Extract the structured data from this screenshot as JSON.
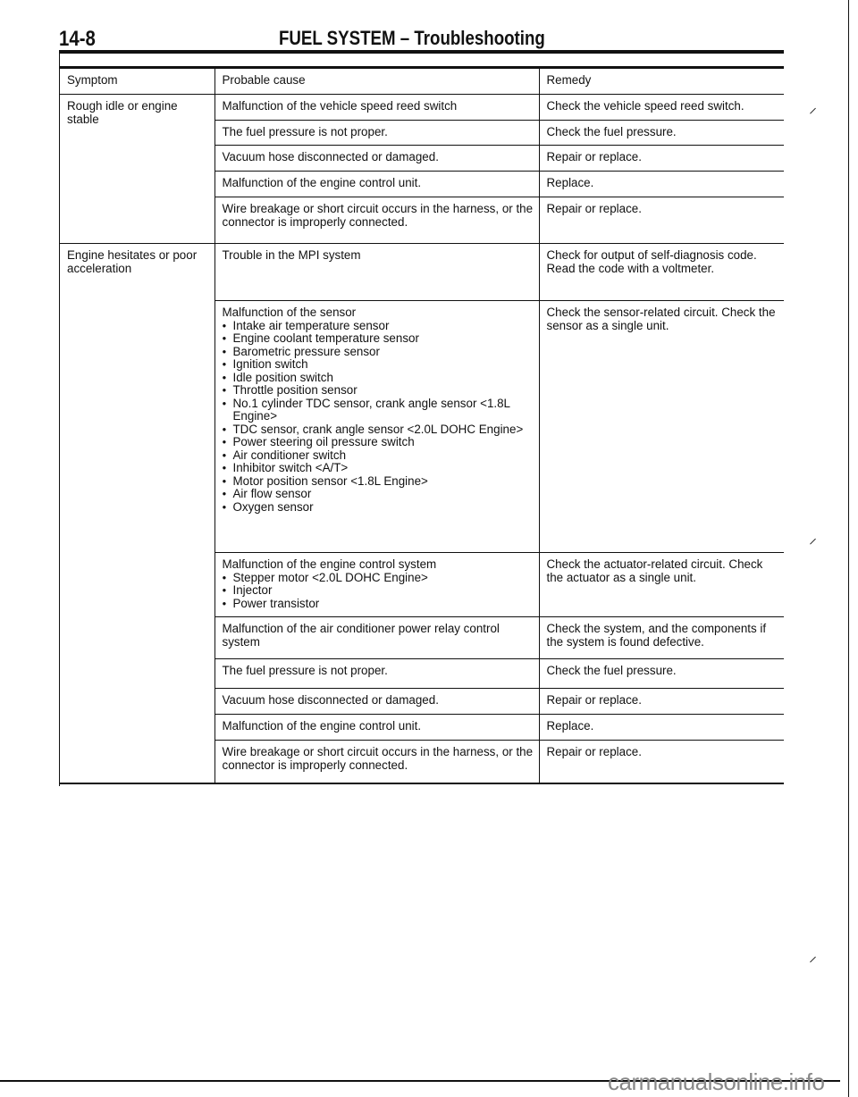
{
  "header": {
    "page_number": "14-8",
    "title": "FUEL SYSTEM – Troubleshooting"
  },
  "columns": {
    "symptom": "Symptom",
    "cause": "Probable cause",
    "remedy": "Remedy"
  },
  "groups": [
    {
      "symptom": "Rough idle or engine stable",
      "rows": [
        {
          "cause": "Malfunction of the vehicle speed reed switch",
          "remedy": "Check the vehicle speed reed switch."
        },
        {
          "cause": "The fuel pressure is not proper.",
          "remedy": "Check the fuel pressure."
        },
        {
          "cause": "Vacuum hose disconnected or damaged.",
          "remedy": "Repair or replace."
        },
        {
          "cause": "Malfunction of the engine control unit.",
          "remedy": "Replace."
        },
        {
          "cause": "Wire breakage or short circuit occurs in the harness, or the connector is improperly connected.",
          "remedy": "Repair or replace."
        }
      ]
    },
    {
      "symptom": "Engine hesitates or poor acceleration",
      "rows": [
        {
          "cause": "Trouble in the MPI system",
          "remedy": "Check for output of self-diagnosis code. Read the code with a voltmeter."
        },
        {
          "cause": "Malfunction of the sensor",
          "items": [
            "Intake air temperature sensor",
            "Engine coolant temperature sensor",
            "Barometric pressure sensor",
            "Ignition switch",
            "Idle position switch",
            "Throttle position sensor",
            "No.1 cylinder TDC sensor, crank angle sensor <1.8L Engine>",
            "TDC sensor, crank angle sensor <2.0L DOHC Engine>",
            "Power steering oil pressure switch",
            "Air conditioner switch",
            "Inhibitor switch <A/T>",
            "Motor position sensor <1.8L Engine>",
            "Air flow sensor",
            "Oxygen sensor"
          ],
          "remedy": "Check the sensor-related circuit. Check the sensor as a single unit."
        },
        {
          "cause": "Malfunction of the engine control system",
          "items": [
            "Stepper motor <2.0L DOHC Engine>",
            "Injector",
            "Power transistor"
          ],
          "remedy": "Check the actuator-related circuit. Check the actuator as a single unit."
        },
        {
          "cause": "Malfunction of the air conditioner power relay control system",
          "remedy": "Check the system, and the components if the system is found defective."
        },
        {
          "cause": "The fuel pressure is not proper.",
          "remedy": "Check the fuel pressure."
        },
        {
          "cause": "Vacuum hose disconnected or damaged.",
          "remedy": "Repair or replace."
        },
        {
          "cause": "Malfunction of the engine control unit.",
          "remedy": "Replace."
        },
        {
          "cause": "Wire breakage or short circuit occurs in the harness, or the connector is improperly connected.",
          "remedy": "Repair or replace."
        }
      ]
    }
  ],
  "watermark": "carmanualsonline.info"
}
